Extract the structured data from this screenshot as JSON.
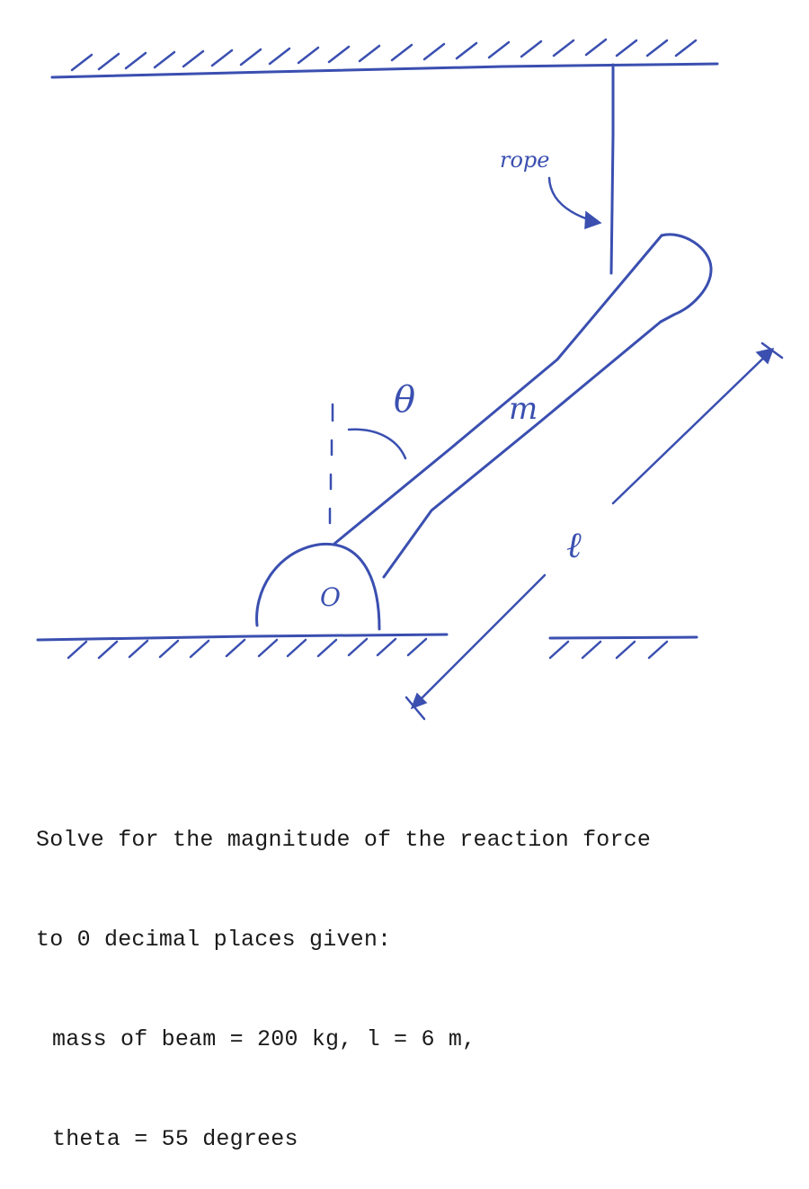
{
  "diagram": {
    "labels": {
      "rope": "rope",
      "theta": "θ",
      "mass": "m",
      "length": "ℓ",
      "pin": "O"
    }
  },
  "problem": {
    "line1": "Solve for the magnitude of the reaction force",
    "line2": "to 0 decimal places given:",
    "line3": "mass of beam = 200 kg, l = 6 m,",
    "line4": "theta = 55 degrees"
  }
}
